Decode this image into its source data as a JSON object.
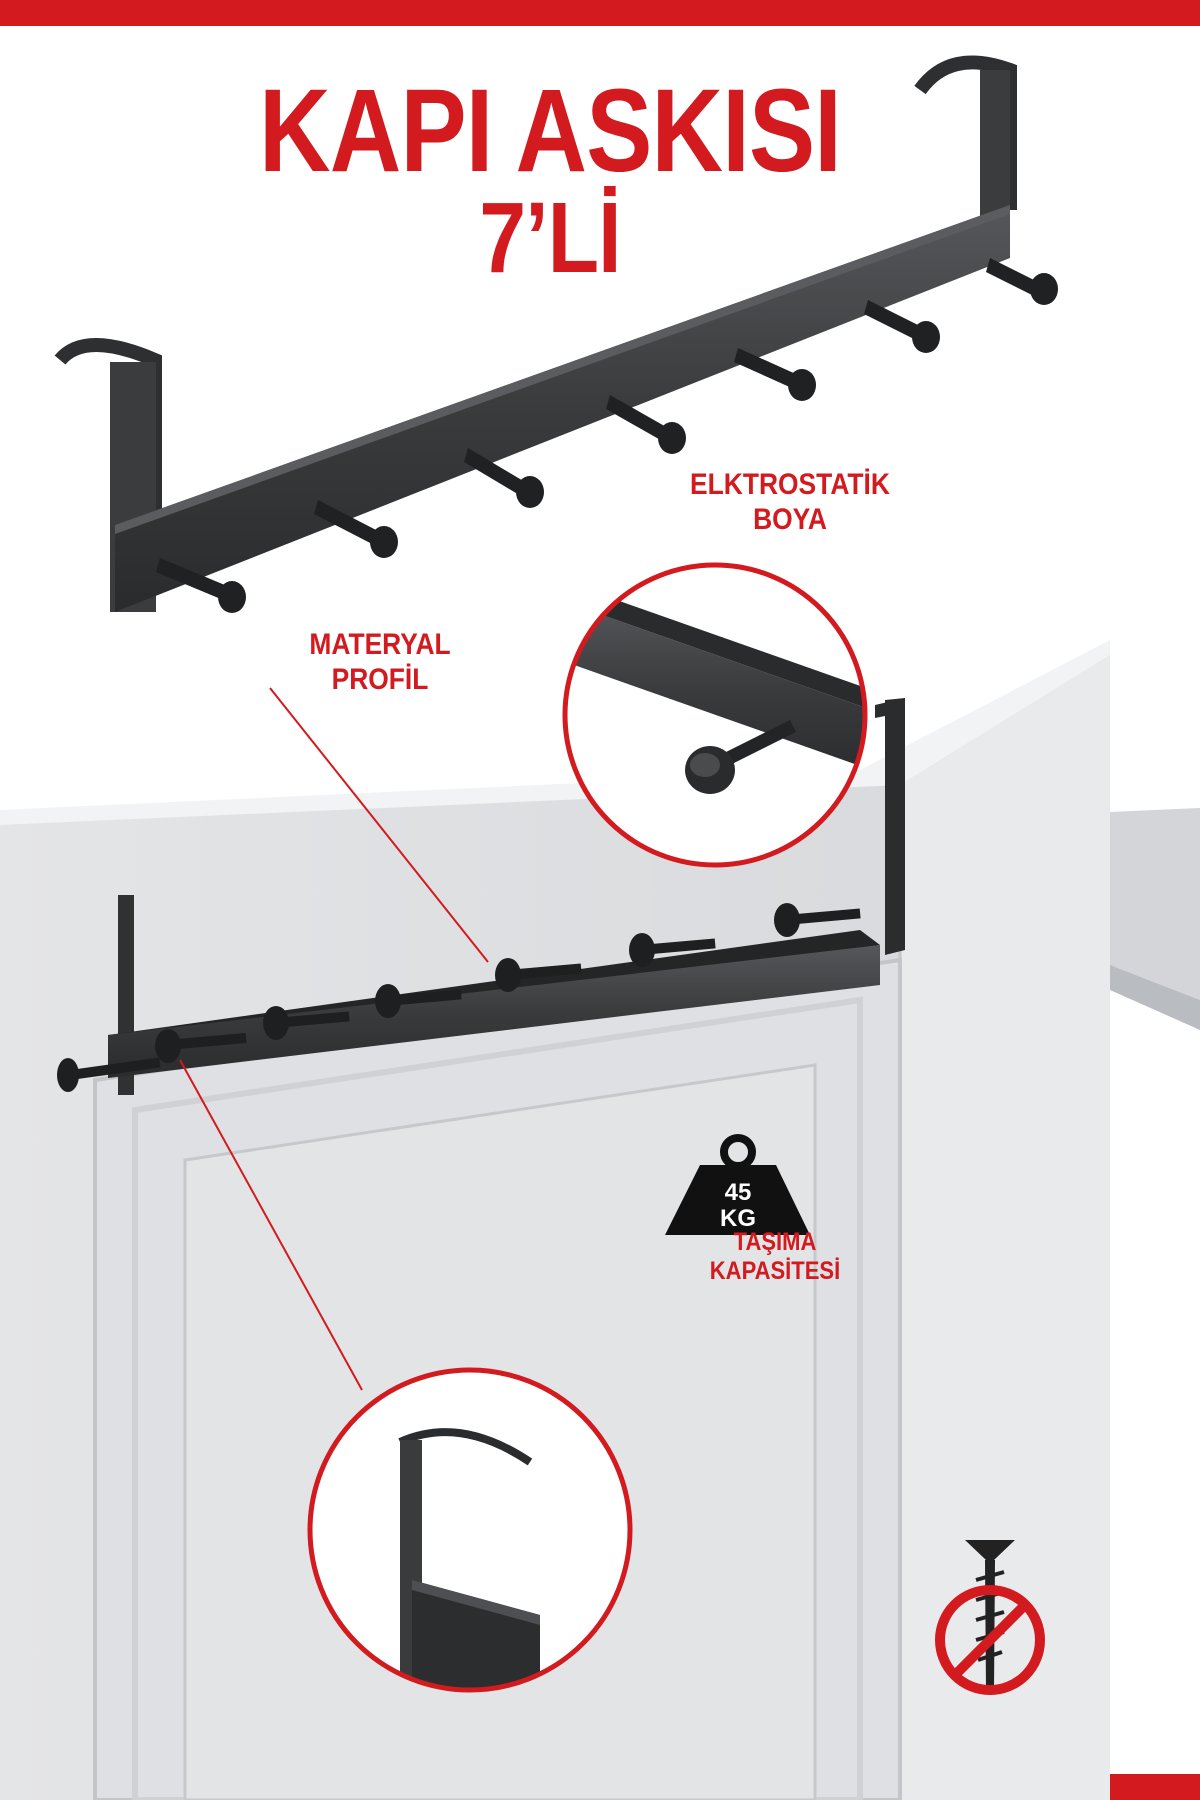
{
  "title": {
    "line1": "KAPI ASKISI",
    "line2": "7’Lİ"
  },
  "callouts": {
    "coating": {
      "line1": "ELKTROSTATİK",
      "line2": "BOYA"
    },
    "material": {
      "line1": "MATERYAL",
      "line2": "PROFİL"
    },
    "capacity": {
      "weight_top": "45",
      "weight_bottom": "KG",
      "line1": "TAŞIMA",
      "line2": "KAPASİTESİ"
    }
  },
  "badges": {
    "no_screw": "no-screw-icon"
  },
  "hooks": {
    "count": 7
  },
  "colors": {
    "brand_red": "#d21a1f",
    "metal": "#3a3b3d",
    "metal_dark": "#222325",
    "door": "#e6e7e9",
    "door_shadow": "#c9cbce"
  }
}
